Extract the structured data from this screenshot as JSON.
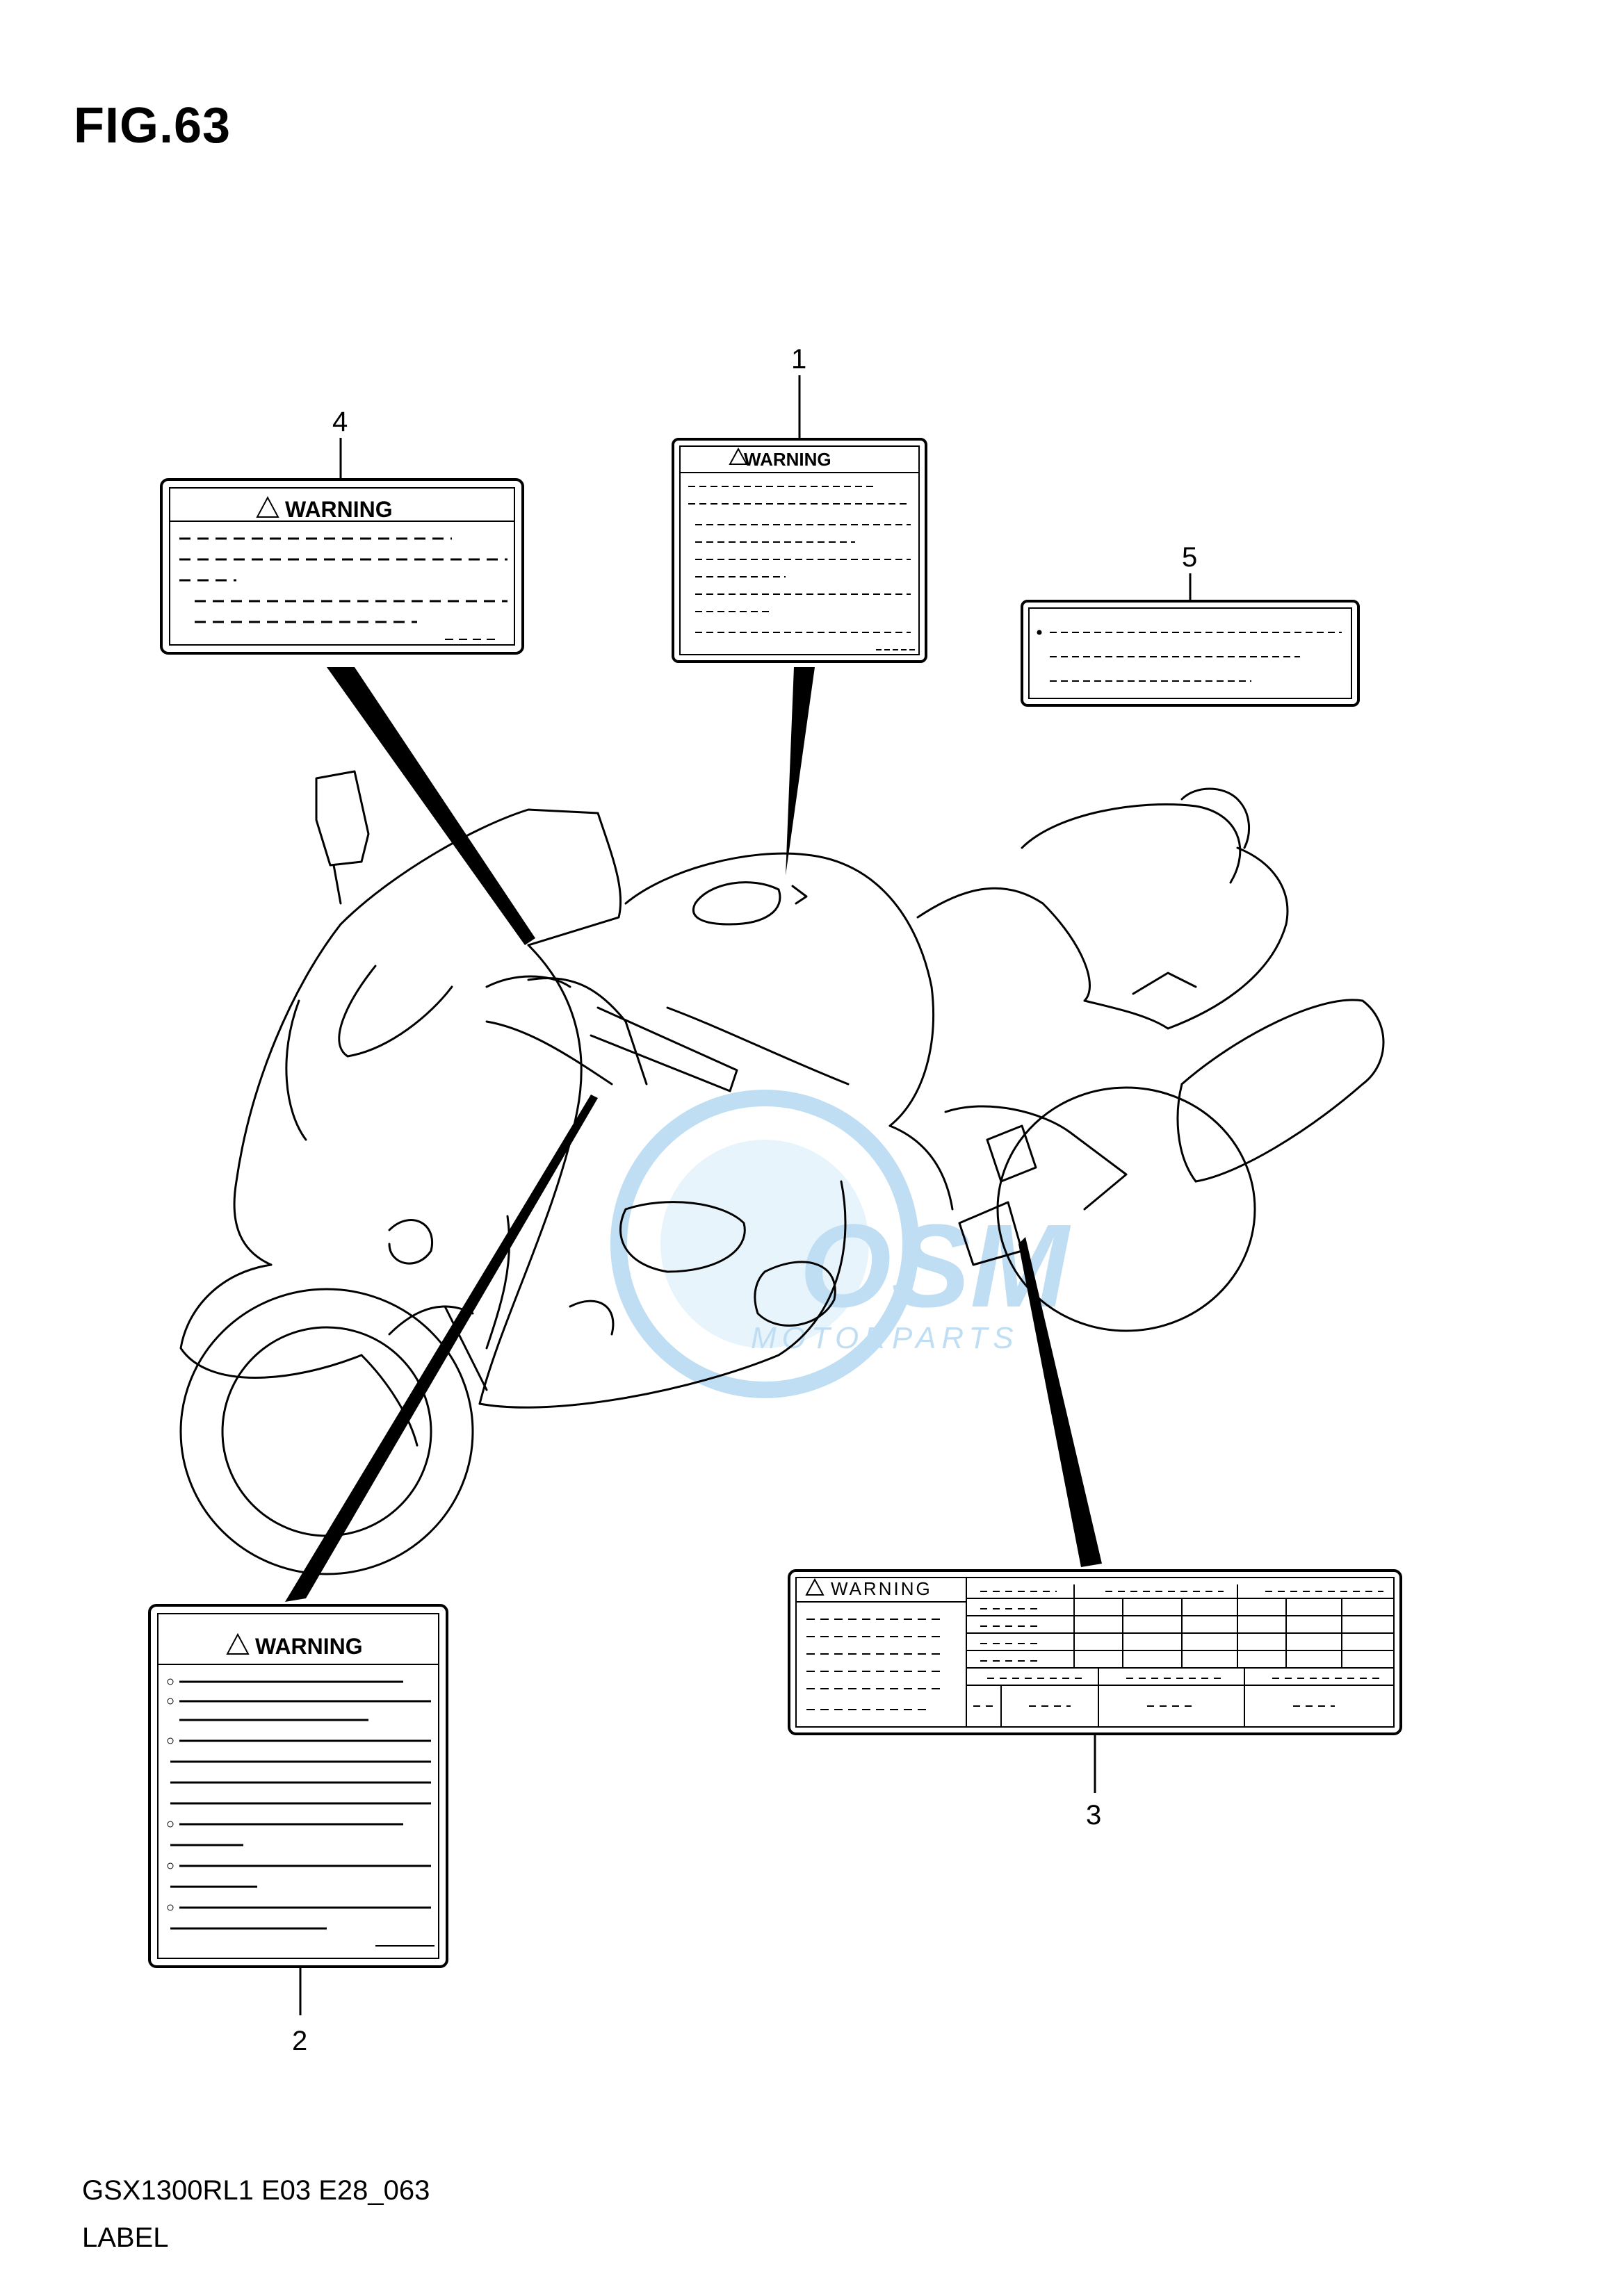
{
  "figure": {
    "title": "FIG.63"
  },
  "footer": {
    "model_code": "GSX1300RL1 E03 E28_063",
    "section_name": "LABEL"
  },
  "callouts": [
    {
      "number": "1",
      "part": "fuel-tank-warning-label"
    },
    {
      "number": "2",
      "part": "fairing-warning-label"
    },
    {
      "number": "3",
      "part": "tire-info-warning-label"
    },
    {
      "number": "4",
      "part": "handlebar-warning-label"
    },
    {
      "number": "5",
      "part": "info-label"
    }
  ],
  "labels": {
    "warning_text": "WARNING"
  },
  "watermark": {
    "line1": "OSM",
    "line2": "MOTORPARTS"
  },
  "colors": {
    "line": "#000000",
    "watermark": "#4aa3df"
  }
}
